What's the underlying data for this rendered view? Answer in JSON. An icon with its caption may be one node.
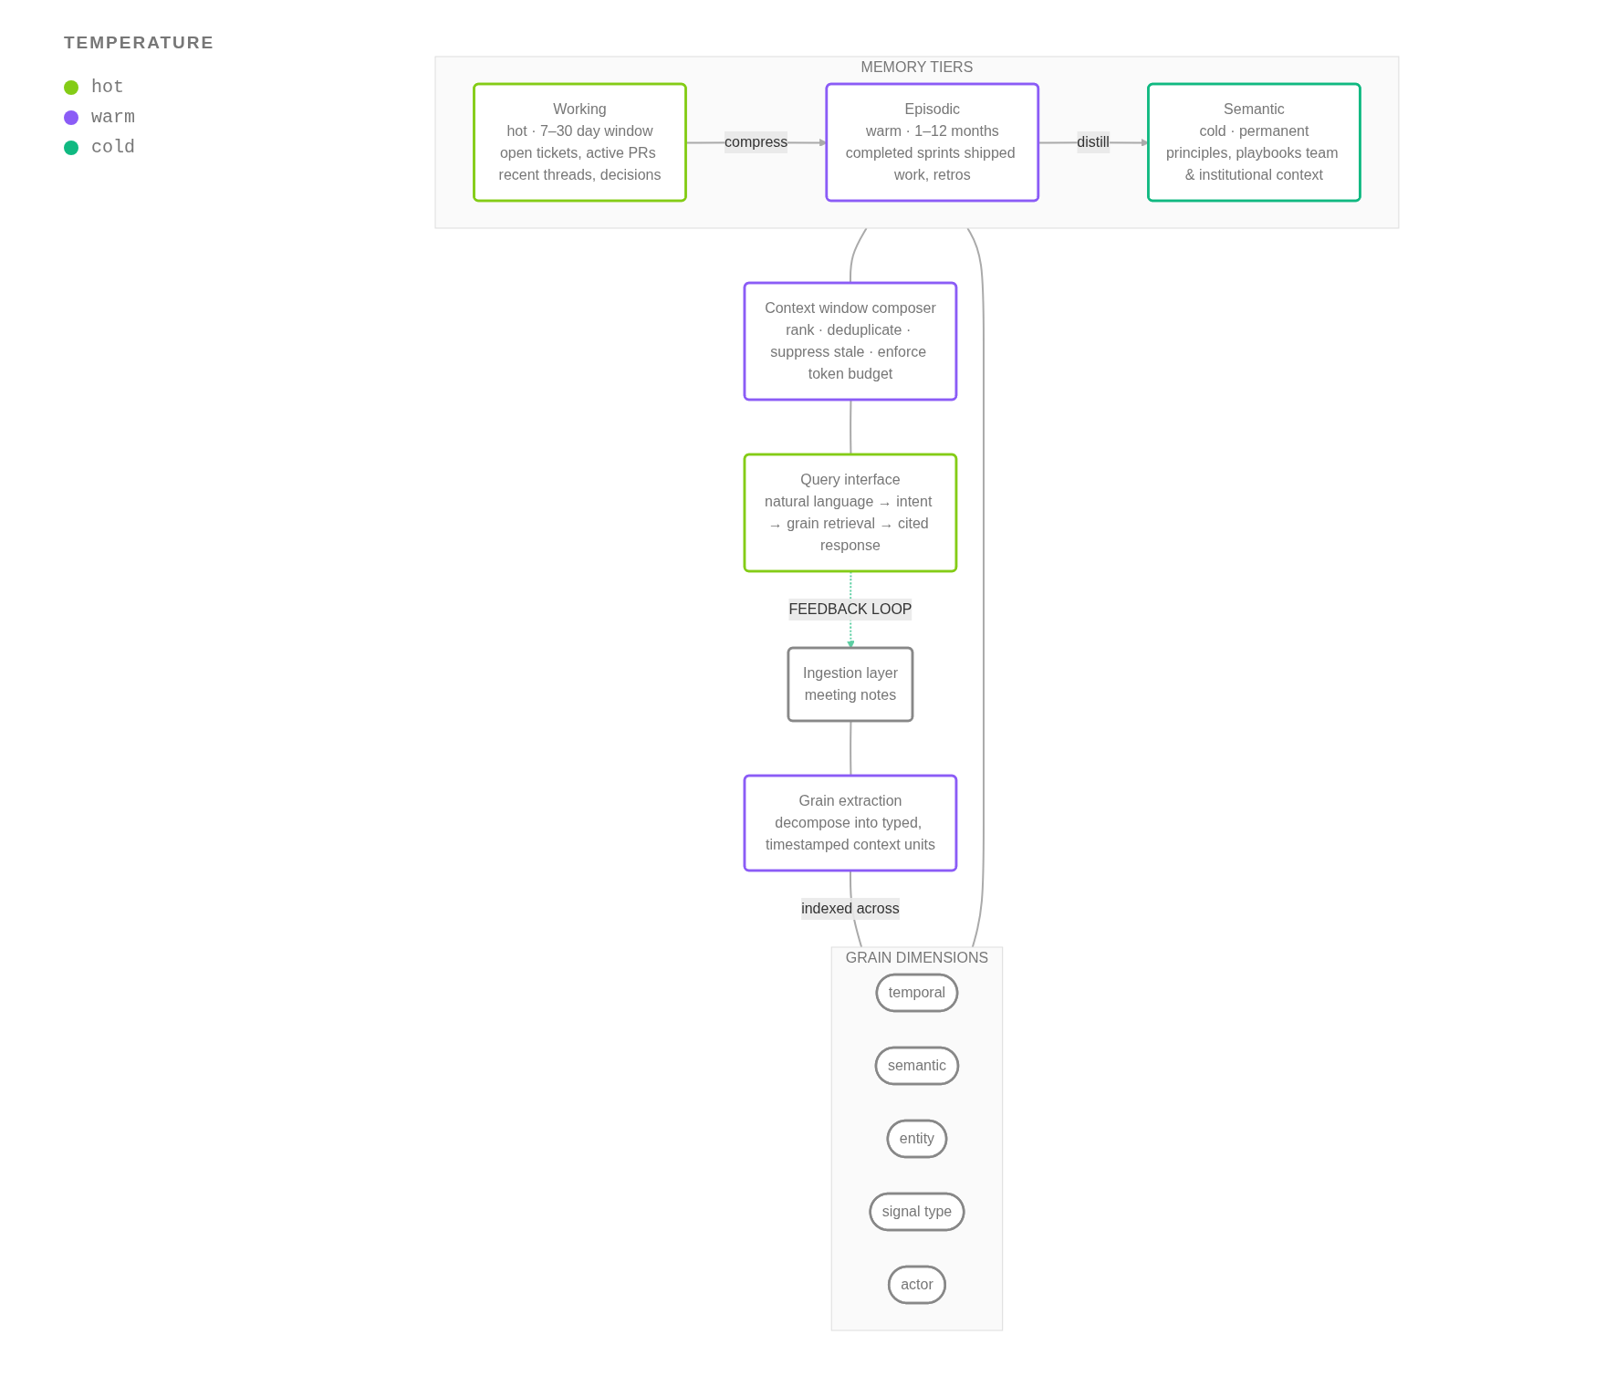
{
  "diagram": {
    "nodes": [
      {
        "text": [
          "Ingestion layer",
          "meeting notes"
        ]
      },
      {
        "text": [
          "Grain extraction",
          "decompose into typed, timestamped context units"
        ]
      },
      {
        "text": [
          "GRAIN DIMENSIONS"
        ]
      },
      {
        "text": [
          "temporal"
        ],
        "in": 2
      },
      {
        "text": [
          "semantic"
        ],
        "in": 2
      },
      {
        "text": [
          "entity"
        ],
        "in": 2
      },
      {
        "text": [
          "signal type"
        ],
        "in": 2
      },
      {
        "text": [
          "actor"
        ],
        "in": 2
      },
      {
        "text": [
          "MEMORY TIERS"
        ]
      },
      {
        "text": [
          "Working",
          "hot · 7–30 day window",
          "open tickets, active PRs recent threads, decisions"
        ],
        "in": 8
      },
      {
        "text": [
          "Episodic",
          "warm · 1–12 months",
          "completed sprints shipped work, retros"
        ],
        "in": 8
      },
      {
        "text": [
          "Semantic",
          "cold · permanent",
          "principles, playbooks team & institutional context"
        ],
        "in": 8
      },
      {
        "text": [
          "Context window composer",
          "rank · deduplicate · suppress stale · enforce token budget"
        ]
      },
      {
        "text": [
          "Query interface",
          "natural language → intent → grain retrieval → cited response"
        ]
      }
    ],
    "edges": [
      {
        "from": 0,
        "to": 1,
        "arrow": "none"
      },
      {
        "from": 1,
        "to": 2,
        "arrow": "none",
        "label": "indexed across"
      },
      {
        "from": 2,
        "to": 8,
        "arrow": "none"
      },
      {
        "from": 9,
        "to": 10,
        "arrow": "to",
        "label": "compress"
      },
      {
        "from": 10,
        "to": 11,
        "arrow": "to",
        "label": "distill"
      },
      {
        "from": 8,
        "to": 12,
        "arrow": "none"
      },
      {
        "from": 12,
        "to": 13,
        "arrow": "none"
      },
      {
        "from": 13,
        "to": 0,
        "arrow": "to",
        "label": "FEEDBACK LOOP",
        "style": "dashed",
        "color": "#5ccfa3"
      }
    ],
    "labels": [
      "TEMPERATURE"
    ],
    "legend": [
      {
        "text": "hot",
        "color": "#84cc16"
      },
      {
        "text": "warm",
        "color": "#8b5cf6"
      },
      {
        "text": "cold",
        "color": "#10b981"
      }
    ]
  }
}
